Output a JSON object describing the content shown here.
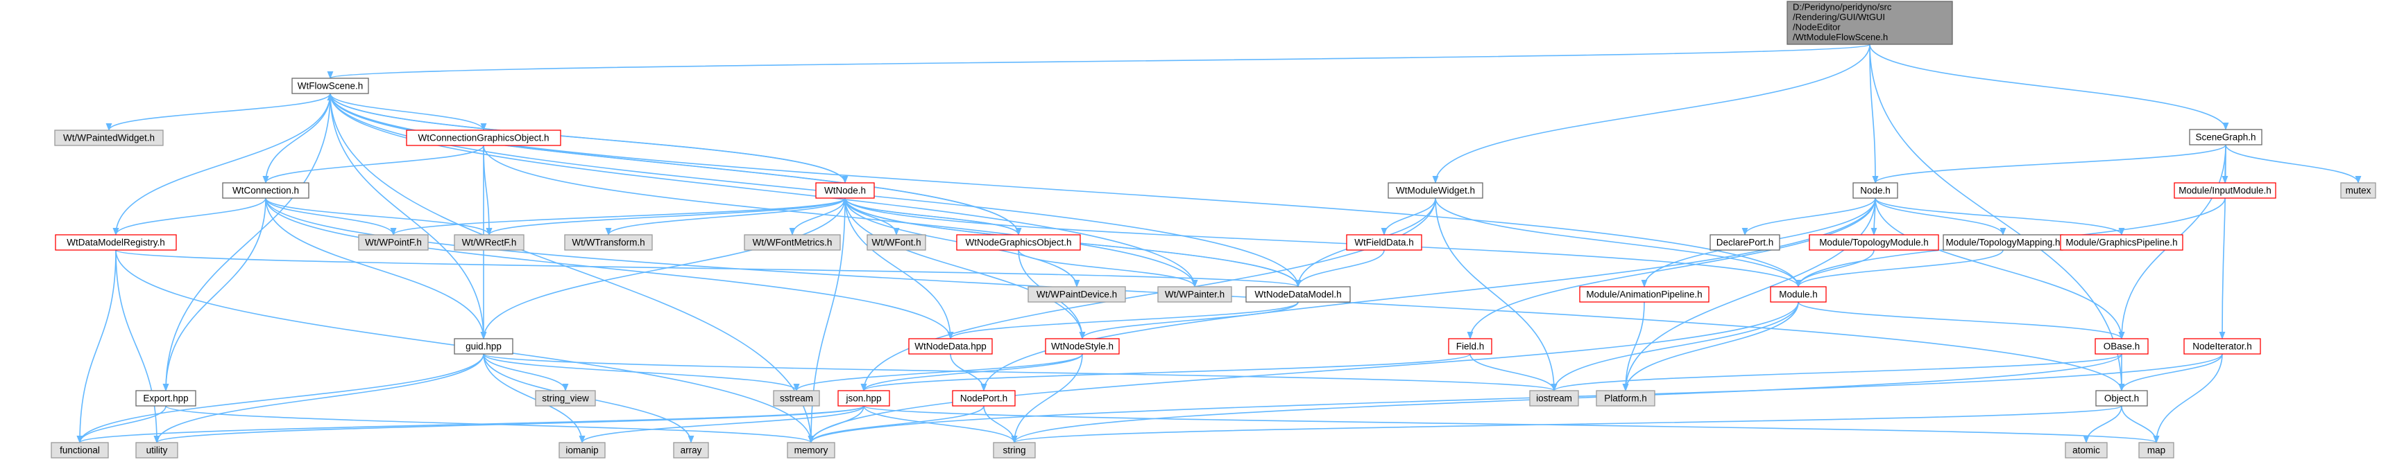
{
  "diagram": {
    "title": "",
    "style": {
      "edge_color": "#63b8ff",
      "root_fill": "#999999",
      "internal_fill": "#ffffff",
      "internal_border": "#666666",
      "missing_file_border": "#ff0000",
      "external_fill": "#e0e0e0",
      "external_border": "#999999"
    },
    "nodes": [
      {
        "id": "root",
        "label": "D:/Peridyno/peridyno/src/Rendering/GUI/WtGUI/NodeEditor/WtModuleFlowScene.h",
        "kind": "root"
      },
      {
        "id": "flowscene",
        "label": "WtFlowScene.h",
        "kind": "internal"
      },
      {
        "id": "moduleWidget",
        "label": "WtModuleWidget.h",
        "kind": "internal"
      },
      {
        "id": "nodeh",
        "label": "Node.h",
        "kind": "internal"
      },
      {
        "id": "scenegraph",
        "label": "SceneGraph.h",
        "kind": "internal"
      },
      {
        "id": "wpaintedwidget",
        "label": "Wt/WPaintedWidget.h",
        "kind": "external"
      },
      {
        "id": "connGO",
        "label": "WtConnectionGraphicsObject.h",
        "kind": "missing"
      },
      {
        "id": "connection",
        "label": "WtConnection.h",
        "kind": "internal"
      },
      {
        "id": "wtnode",
        "label": "WtNode.h",
        "kind": "missing"
      },
      {
        "id": "dataModelReg",
        "label": "WtDataModelRegistry.h",
        "kind": "missing"
      },
      {
        "id": "wpointf",
        "label": "Wt/WPointF.h",
        "kind": "external"
      },
      {
        "id": "wrectf",
        "label": "Wt/WRectF.h",
        "kind": "external"
      },
      {
        "id": "wtransform",
        "label": "Wt/WTransform.h",
        "kind": "external"
      },
      {
        "id": "wfontmetrics",
        "label": "Wt/WFontMetrics.h",
        "kind": "external"
      },
      {
        "id": "wfont",
        "label": "Wt/WFont.h",
        "kind": "external"
      },
      {
        "id": "nodeGO",
        "label": "WtNodeGraphicsObject.h",
        "kind": "missing"
      },
      {
        "id": "fielddata",
        "label": "WtFieldData.h",
        "kind": "missing"
      },
      {
        "id": "wpaintdevice",
        "label": "Wt/WPaintDevice.h",
        "kind": "external"
      },
      {
        "id": "wpainter",
        "label": "Wt/WPainter.h",
        "kind": "external"
      },
      {
        "id": "nodeDataModel",
        "label": "WtNodeDataModel.h",
        "kind": "internal"
      },
      {
        "id": "declareport",
        "label": "DeclarePort.h",
        "kind": "internal"
      },
      {
        "id": "topomodule",
        "label": "Module/TopologyModule.h",
        "kind": "missing"
      },
      {
        "id": "topomapping",
        "label": "Module/TopologyMapping.h",
        "kind": "internal"
      },
      {
        "id": "gfxpipeline",
        "label": "Module/GraphicsPipeline.h",
        "kind": "missing"
      },
      {
        "id": "inputmodule",
        "label": "Module/InputModule.h",
        "kind": "missing"
      },
      {
        "id": "mutex",
        "label": "mutex",
        "kind": "external"
      },
      {
        "id": "animpipeline",
        "label": "Module/AnimationPipeline.h",
        "kind": "missing"
      },
      {
        "id": "moduleh",
        "label": "Module.h",
        "kind": "missing"
      },
      {
        "id": "field",
        "label": "Field.h",
        "kind": "missing"
      },
      {
        "id": "guid",
        "label": "guid.hpp",
        "kind": "internal"
      },
      {
        "id": "nodedata",
        "label": "WtNodeData.hpp",
        "kind": "missing"
      },
      {
        "id": "nodestyle",
        "label": "WtNodeStyle.h",
        "kind": "missing"
      },
      {
        "id": "obase",
        "label": "OBase.h",
        "kind": "missing"
      },
      {
        "id": "nodeiter",
        "label": "NodeIterator.h",
        "kind": "missing"
      },
      {
        "id": "export",
        "label": "Export.hpp",
        "kind": "internal"
      },
      {
        "id": "stringview",
        "label": "string_view",
        "kind": "external"
      },
      {
        "id": "sstream",
        "label": "sstream",
        "kind": "external"
      },
      {
        "id": "json",
        "label": "json.hpp",
        "kind": "missing"
      },
      {
        "id": "nodeport",
        "label": "NodePort.h",
        "kind": "missing"
      },
      {
        "id": "iostream",
        "label": "iostream",
        "kind": "external"
      },
      {
        "id": "platform",
        "label": "Platform.h",
        "kind": "external"
      },
      {
        "id": "objecth",
        "label": "Object.h",
        "kind": "internal"
      },
      {
        "id": "functional",
        "label": "functional",
        "kind": "external"
      },
      {
        "id": "utility",
        "label": "utility",
        "kind": "external"
      },
      {
        "id": "iomanip",
        "label": "iomanip",
        "kind": "external"
      },
      {
        "id": "array",
        "label": "array",
        "kind": "external"
      },
      {
        "id": "memory",
        "label": "memory",
        "kind": "external"
      },
      {
        "id": "string",
        "label": "string",
        "kind": "external"
      },
      {
        "id": "atomic",
        "label": "atomic",
        "kind": "external"
      },
      {
        "id": "map",
        "label": "map",
        "kind": "external"
      }
    ],
    "edges": [
      [
        "root",
        "flowscene"
      ],
      [
        "root",
        "moduleWidget"
      ],
      [
        "root",
        "nodeh"
      ],
      [
        "root",
        "scenegraph"
      ],
      [
        "root",
        "objecth"
      ],
      [
        "flowscene",
        "wpaintedwidget"
      ],
      [
        "flowscene",
        "connGO"
      ],
      [
        "flowscene",
        "connection"
      ],
      [
        "flowscene",
        "wtnode"
      ],
      [
        "flowscene",
        "dataModelReg"
      ],
      [
        "flowscene",
        "guid"
      ],
      [
        "flowscene",
        "export"
      ],
      [
        "flowscene",
        "memory"
      ],
      [
        "flowscene",
        "nodeGO"
      ],
      [
        "flowscene",
        "wpainter"
      ],
      [
        "flowscene",
        "moduleh"
      ],
      [
        "flowscene",
        "nodeDataModel"
      ],
      [
        "connGO",
        "wrectf"
      ],
      [
        "connGO",
        "connection"
      ],
      [
        "connGO",
        "guid"
      ],
      [
        "connGO",
        "wpainter"
      ],
      [
        "connection",
        "dataModelReg"
      ],
      [
        "connection",
        "wpointf"
      ],
      [
        "connection",
        "wrectf"
      ],
      [
        "connection",
        "guid"
      ],
      [
        "connection",
        "export"
      ],
      [
        "connection",
        "nodedata"
      ],
      [
        "connection",
        "objecth"
      ],
      [
        "wtnode",
        "wpointf"
      ],
      [
        "wtnode",
        "wrectf"
      ],
      [
        "wtnode",
        "wtransform"
      ],
      [
        "wtnode",
        "wfontmetrics"
      ],
      [
        "wtnode",
        "wfont"
      ],
      [
        "wtnode",
        "nodeGO"
      ],
      [
        "wtnode",
        "wpaintdevice"
      ],
      [
        "wtnode",
        "nodeDataModel"
      ],
      [
        "wtnode",
        "guid"
      ],
      [
        "wtnode",
        "memory"
      ],
      [
        "wtnode",
        "nodedata"
      ],
      [
        "wtnode",
        "nodestyle"
      ],
      [
        "wtnode",
        "moduleh"
      ],
      [
        "wtnode",
        "flowscene"
      ],
      [
        "dataModelReg",
        "nodeDataModel"
      ],
      [
        "dataModelReg",
        "functional"
      ],
      [
        "dataModelReg",
        "utility"
      ],
      [
        "dataModelReg",
        "memory"
      ],
      [
        "nodeGO",
        "wpainter"
      ],
      [
        "nodeGO",
        "nodestyle"
      ],
      [
        "nodeGO",
        "wtnode"
      ],
      [
        "nodeGO",
        "flowscene"
      ],
      [
        "moduleWidget",
        "fielddata"
      ],
      [
        "moduleWidget",
        "nodeDataModel"
      ],
      [
        "moduleWidget",
        "moduleh"
      ],
      [
        "moduleWidget",
        "iostream"
      ],
      [
        "moduleWidget",
        "json"
      ],
      [
        "fielddata",
        "nodeDataModel"
      ],
      [
        "nodeDataModel",
        "nodedata"
      ],
      [
        "nodeDataModel",
        "nodestyle"
      ],
      [
        "nodeDataModel",
        "wtnode"
      ],
      [
        "nodeh",
        "declareport"
      ],
      [
        "nodeh",
        "topomodule"
      ],
      [
        "nodeh",
        "topomapping"
      ],
      [
        "nodeh",
        "gfxpipeline"
      ],
      [
        "nodeh",
        "animpipeline"
      ],
      [
        "nodeh",
        "field"
      ],
      [
        "nodeh",
        "obase"
      ],
      [
        "nodeh",
        "platform"
      ],
      [
        "nodeh",
        "nodeport"
      ],
      [
        "scenegraph",
        "nodeh"
      ],
      [
        "scenegraph",
        "inputmodule"
      ],
      [
        "scenegraph",
        "mutex"
      ],
      [
        "scenegraph",
        "obase"
      ],
      [
        "scenegraph",
        "nodeiter"
      ],
      [
        "inputmodule",
        "moduleh"
      ],
      [
        "topomodule",
        "moduleh"
      ],
      [
        "topomapping",
        "moduleh"
      ],
      [
        "animpipeline",
        "platform"
      ],
      [
        "moduleh",
        "obase"
      ],
      [
        "moduleh",
        "iostream"
      ],
      [
        "moduleh",
        "platform"
      ],
      [
        "moduleh",
        "memory"
      ],
      [
        "field",
        "json"
      ],
      [
        "field",
        "iostream"
      ],
      [
        "guid",
        "functional"
      ],
      [
        "guid",
        "stringview"
      ],
      [
        "guid",
        "iostream"
      ],
      [
        "guid",
        "sstream"
      ],
      [
        "guid",
        "iomanip"
      ],
      [
        "guid",
        "array"
      ],
      [
        "guid",
        "utility"
      ],
      [
        "nodedata",
        "nodeport"
      ],
      [
        "nodestyle",
        "json"
      ],
      [
        "nodestyle",
        "string"
      ],
      [
        "nodestyle",
        "sstream"
      ],
      [
        "obase",
        "objecth"
      ],
      [
        "obase",
        "iostream"
      ],
      [
        "obase",
        "string"
      ],
      [
        "nodeiter",
        "objecth"
      ],
      [
        "nodeiter",
        "map"
      ],
      [
        "nodeiter",
        "memory"
      ],
      [
        "export",
        "functional"
      ],
      [
        "export",
        "memory"
      ],
      [
        "json",
        "functional"
      ],
      [
        "json",
        "utility"
      ],
      [
        "json",
        "iomanip"
      ],
      [
        "json",
        "memory"
      ],
      [
        "json",
        "string"
      ],
      [
        "json",
        "map"
      ],
      [
        "nodeport",
        "memory"
      ],
      [
        "nodeport",
        "string"
      ],
      [
        "objecth",
        "atomic"
      ],
      [
        "objecth",
        "map"
      ],
      [
        "objecth",
        "string"
      ]
    ]
  }
}
